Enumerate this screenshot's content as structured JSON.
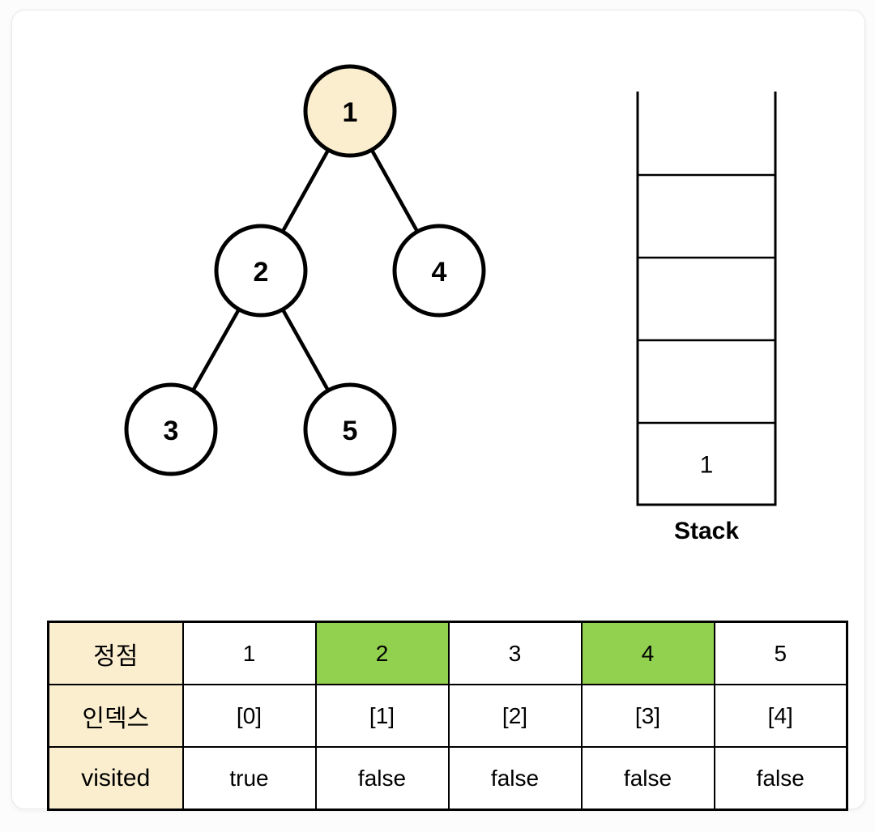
{
  "colors": {
    "cream": "#FBEECF",
    "green": "#92D050",
    "line": "#000000",
    "card_border": "#e8e8e8"
  },
  "tree": {
    "nodes": [
      {
        "id": "1",
        "label": "1",
        "highlighted": true
      },
      {
        "id": "2",
        "label": "2",
        "highlighted": false
      },
      {
        "id": "4",
        "label": "4",
        "highlighted": false
      },
      {
        "id": "3",
        "label": "3",
        "highlighted": false
      },
      {
        "id": "5",
        "label": "5",
        "highlighted": false
      }
    ],
    "edges": [
      [
        "1",
        "2"
      ],
      [
        "1",
        "4"
      ],
      [
        "2",
        "3"
      ],
      [
        "2",
        "5"
      ]
    ]
  },
  "stack": {
    "label": "Stack",
    "slots": [
      "",
      "",
      "",
      "",
      "1"
    ]
  },
  "table": {
    "row_headers": [
      "정점",
      "인덱스",
      "visited"
    ],
    "rows": [
      {
        "cells": [
          "1",
          "2",
          "3",
          "4",
          "5"
        ],
        "highlighted": [
          false,
          true,
          false,
          true,
          false
        ]
      },
      {
        "cells": [
          "[0]",
          "[1]",
          "[2]",
          "[3]",
          "[4]"
        ],
        "highlighted": [
          false,
          false,
          false,
          false,
          false
        ]
      },
      {
        "cells": [
          "true",
          "false",
          "false",
          "false",
          "false"
        ],
        "highlighted": [
          false,
          false,
          false,
          false,
          false
        ]
      }
    ]
  }
}
